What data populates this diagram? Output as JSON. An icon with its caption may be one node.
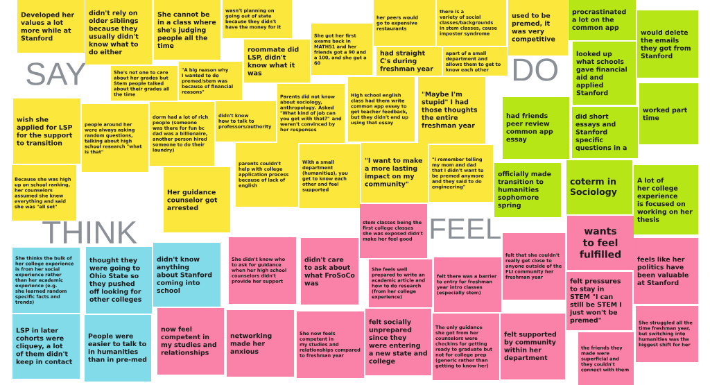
{
  "diagram": {
    "nodes": [
      {
        "text": [
          "Developed her values a lot more while at Stanford"
        ]
      },
      {
        "text": [
          "didn't rely on older siblings because they usually didn't know what to do either"
        ]
      },
      {
        "text": [
          "She cannot be in a class where she's judging people all the time"
        ]
      },
      {
        "text": [
          "wasn't planning on going out of state because they didn't have the money for it"
        ]
      },
      {
        "text": [
          "roommate did LSP, didn't know what it was"
        ]
      },
      {
        "text": [
          "She got her first exams back in MATH51 and her friends got a 90 and a 100, and she got a 60"
        ]
      },
      {
        "text": [
          "her peers would go to expensive restaurants"
        ]
      },
      {
        "text": [
          "there is a variety of social classes/backgrounds in stem classes, cause imposter syndrome"
        ]
      },
      {
        "text": [
          "had straight C's during freshman year"
        ]
      },
      {
        "text": [
          "apart of a small department and allows them to get to know each other"
        ]
      },
      {
        "text": [
          "used to be premed, it was very competitive"
        ]
      },
      {
        "text": [
          "She's not one to care about her grades but Stem people talked about their grades all the time"
        ]
      },
      {
        "text": [
          "\"A big reason why I wanted to do premed/stem was because of financial reasons\""
        ]
      },
      {
        "text": [
          "wish she applied for LSP for the support to transition"
        ]
      },
      {
        "text": [
          "people around her were always asking random questions, talking about high school research \"what is that\""
        ]
      },
      {
        "text": [
          "dorm had a lot of rich people (someone was there for fun bc dad was a billionaire, another person hired someone to do their laundry)"
        ]
      },
      {
        "text": [
          "didn't know how to talk to professors/authority"
        ]
      },
      {
        "text": [
          "Parents did not know about sociology, anthropology. Asked \"What kind of job can you get with that?\" and weren't convinced by her responses"
        ]
      },
      {
        "text": [
          "High school english class had them write common app essay to get teacher feedback, but they didn't end up using that essay"
        ]
      },
      {
        "text": [
          "\"Maybe I'm stupid\" I had those thoughts the entire freshman year"
        ]
      },
      {
        "text": [
          "Because she was high up on school ranking, her counselors assumed she knew everything and said she was \"all set\""
        ]
      },
      {
        "text": [
          "Her guidance counselor got arrested"
        ]
      },
      {
        "text": [
          "parents couldn't help with college application process because of lack of english"
        ]
      },
      {
        "text": [
          "With a small department (humanities), you get to know each other and feel supported"
        ]
      },
      {
        "text": [
          "\"I want to make a more lasting impact on my community\""
        ]
      },
      {
        "text": [
          "\"I remember telling my mom and dad that I didn't want to be premed anymore and they said to do engineering\""
        ]
      },
      {
        "text": [
          "procrastinated a lot on the common app"
        ]
      },
      {
        "text": [
          "would delete the emails they got from Stanford"
        ]
      },
      {
        "text": [
          "looked up what schools gave financial aid and applied Stanford"
        ]
      },
      {
        "text": [
          "worked part time"
        ]
      },
      {
        "text": [
          "had friends peer review common app essay"
        ]
      },
      {
        "text": [
          "did short essays and Stanford specific questions in a"
        ]
      },
      {
        "text": [
          "officially made transition to humanities sophomore spring"
        ]
      },
      {
        "text": [
          "coterm in Sociology"
        ]
      },
      {
        "text": [
          "A lot of her college experience is focused on working on her thesis"
        ]
      },
      {
        "text": [
          "She thinks the bulk of her college experience is from her social experience rather than her academic experience (e.g. she learned random specific facts and trends)"
        ]
      },
      {
        "text": [
          "thought they were going to Ohio State so they pushed off looking for other colleges"
        ]
      },
      {
        "text": [
          "didn't know anything about Stanford coming into school"
        ]
      },
      {
        "text": [
          "LSP in later cohorts were cliquey, a lot of them didn't keep in contact"
        ]
      },
      {
        "text": [
          "People were easier to talk to in humanities than in pre-med"
        ]
      },
      {
        "text": [
          "stem classes being the first college classes she was exposed didn't make her feel good"
        ]
      },
      {
        "text": [
          "wants to feel fulfilled"
        ]
      },
      {
        "text": [
          "She didn't know who to ask for guidance when her high school counselors didn't provide her support"
        ]
      },
      {
        "text": [
          "didn't care to ask about what FroSoCo was"
        ]
      },
      {
        "text": [
          "felt that she couldn't really get close to anyone outside of the FLI community her freshman year"
        ]
      },
      {
        "text": [
          "feels like her politics have been valuable at Stanford"
        ]
      },
      {
        "text": [
          "She feels well prepared to write an academic article and how to do research (from her college experience)"
        ]
      },
      {
        "text": [
          "felt there was a barrier to entry for freshman year intro classes (especially stem)"
        ]
      },
      {
        "text": [
          "felt pressures to stay in STEM \"I can still be STEM I just won't be premed\""
        ]
      },
      {
        "text": [
          "She struggled all the time freshman year, but switching into humanities was the biggest shift for her"
        ]
      },
      {
        "text": [
          "now feel competent in my studies and relationships"
        ]
      },
      {
        "text": [
          "networking made her anxious"
        ]
      },
      {
        "text": [
          "She now feels competent in my studies and relationships compared to freshman year"
        ]
      },
      {
        "text": [
          "felt socially unprepared since they were entering a new state and college"
        ]
      },
      {
        "text": [
          "The only guidance she got from her counselors were checkins for getting ready to graduate but not for college prep (generic rather than getting to know her)"
        ]
      },
      {
        "text": [
          "felt supported by community within her department"
        ]
      },
      {
        "text": [
          "the friends they made were superficial and they couldn't connect with them"
        ]
      }
    ],
    "labels": [
      "SAY",
      "DO",
      "THINK",
      "FEEL"
    ]
  }
}
